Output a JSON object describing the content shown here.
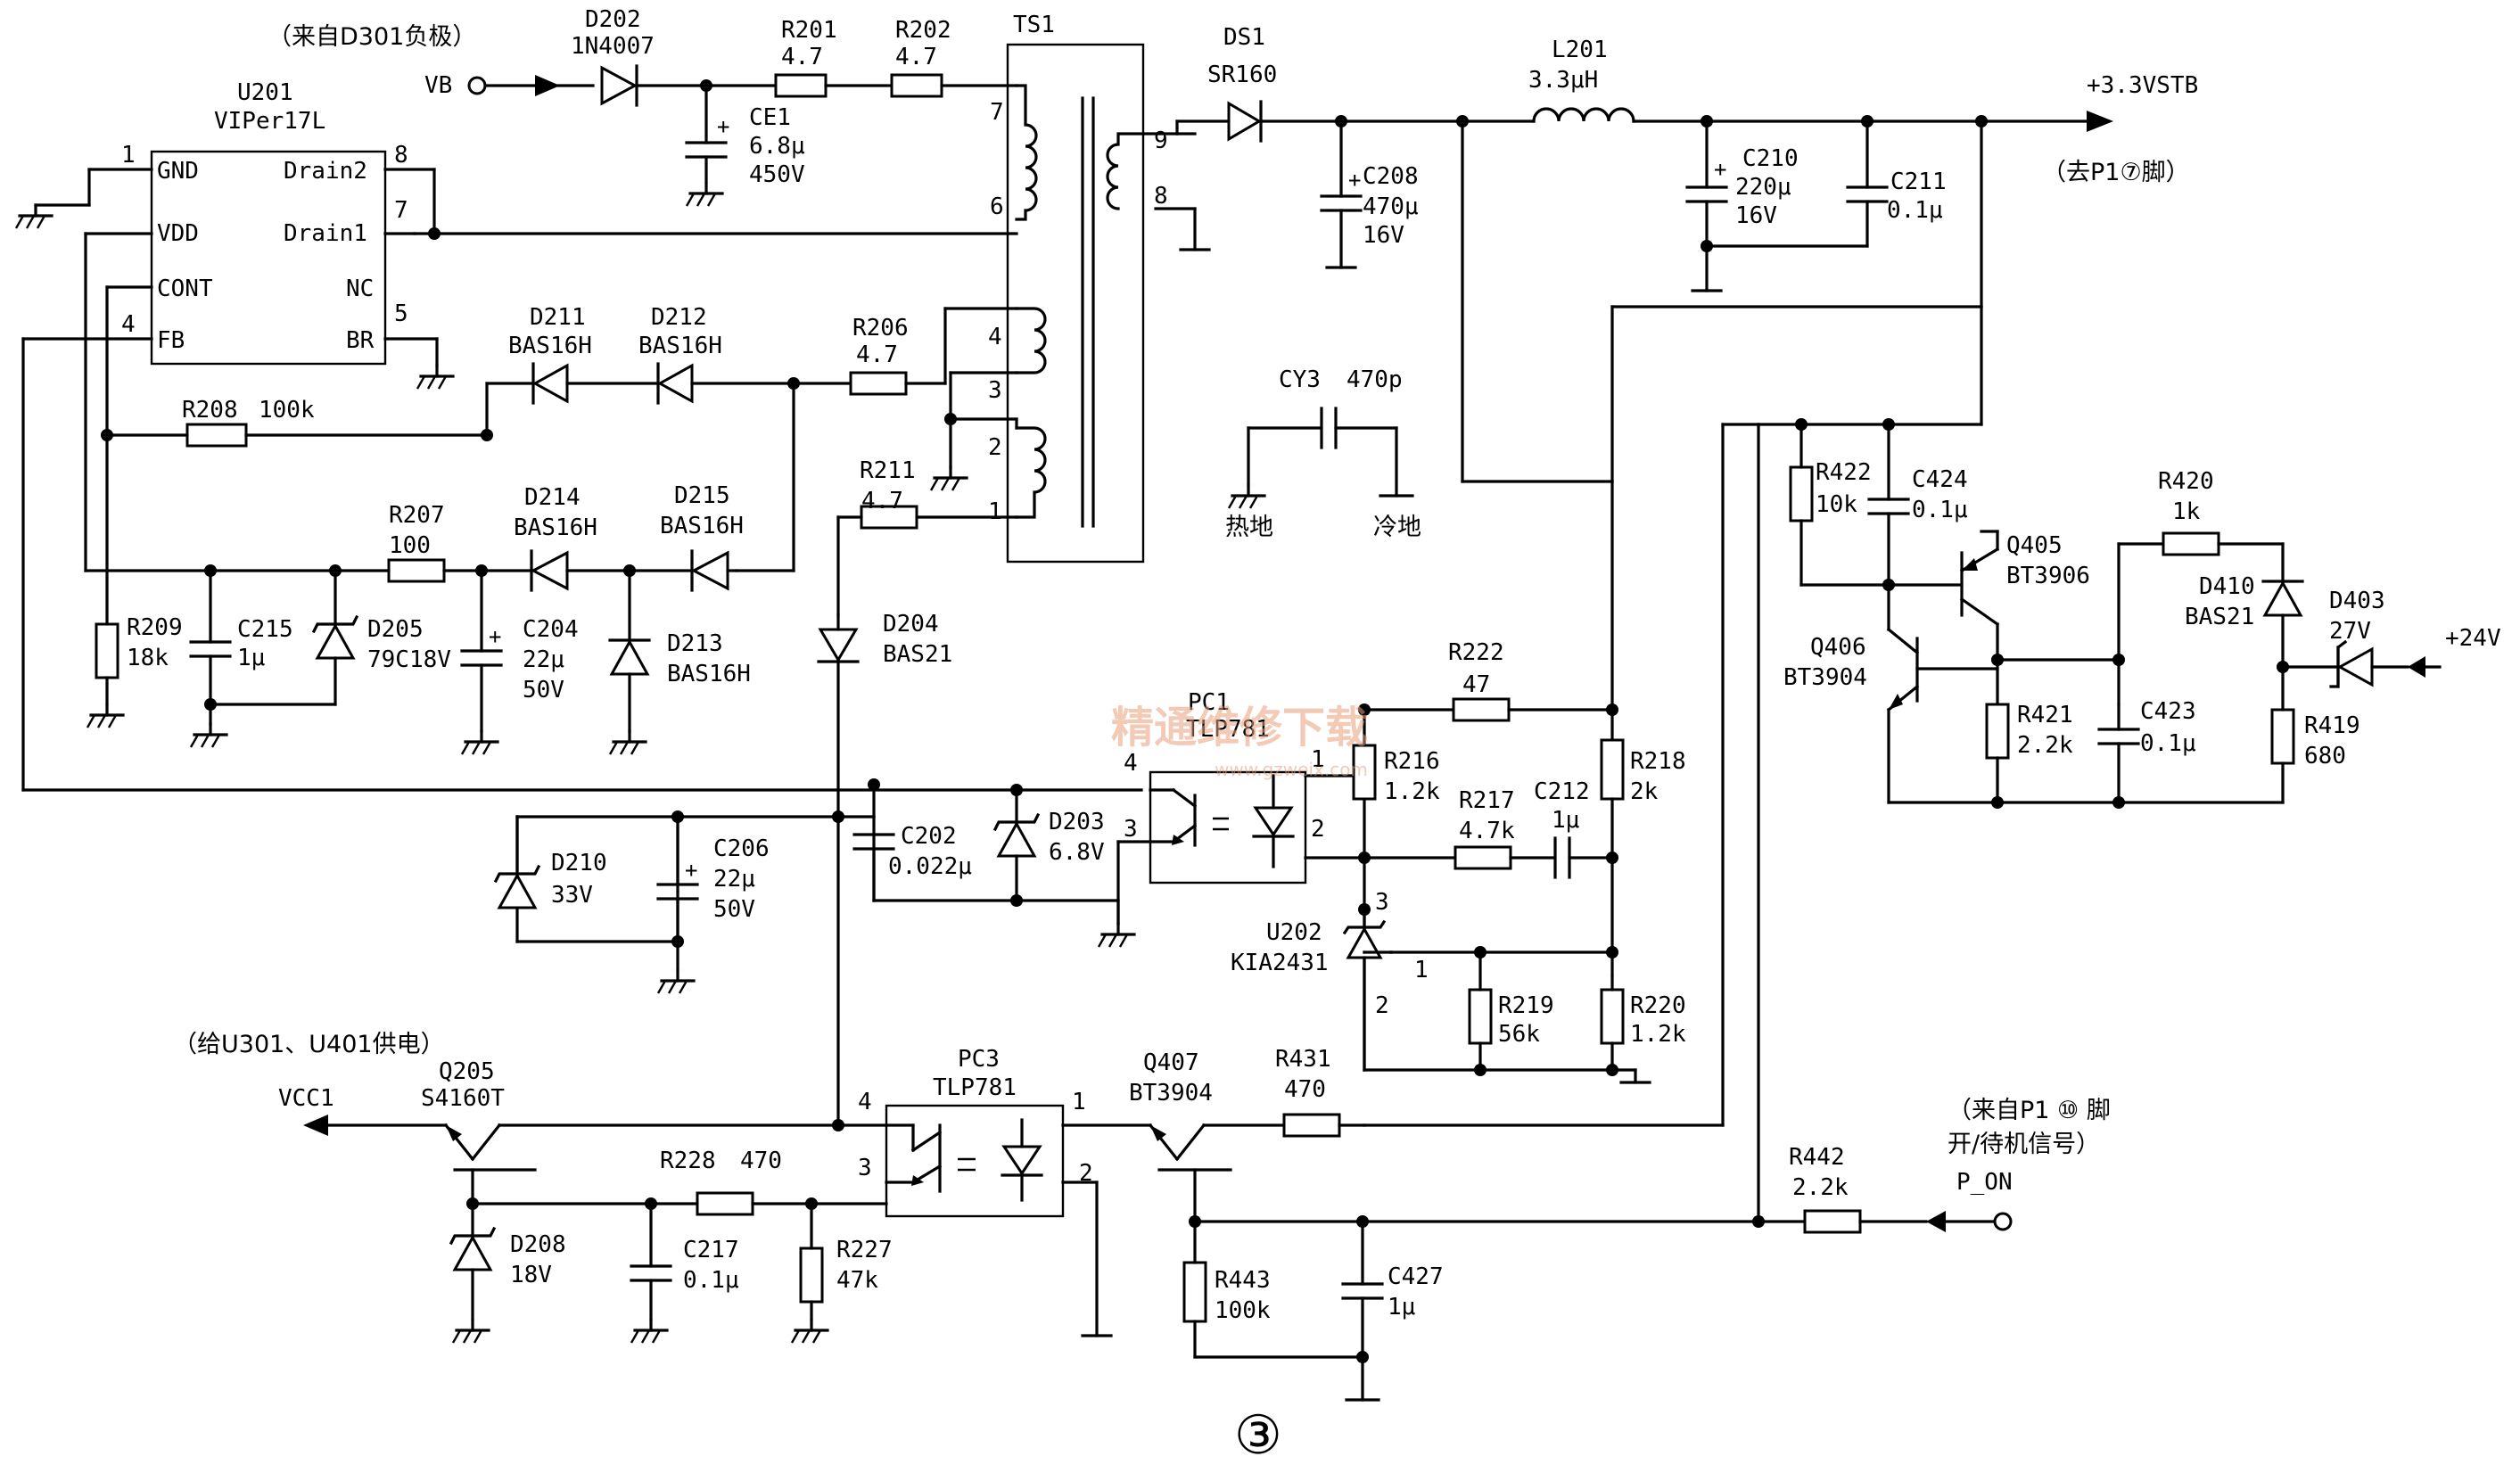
{
  "notes": {
    "from_d301": "（来自D301负极）",
    "to_p1_pin7": "（去P1⑦脚）",
    "power_u301": "（给U301、U401供电）",
    "from_p1_pin10_line1": "（来自P1 ⑩ 脚",
    "from_p1_pin10_line2": "开/待机信号）",
    "hot_ground": "热地",
    "cold_ground": "冷地",
    "figure_number": "③",
    "watermark": "精通维修下载",
    "watermark_url": "www.gzweix.com"
  },
  "nets": {
    "vb": "VB",
    "v33stb": "+3.3VSTB",
    "v24": "+24V",
    "vcc1": "VCC1",
    "p_on": "P_ON"
  },
  "u201": {
    "ref": "U201",
    "part": "VIPer17L",
    "pins": {
      "gnd": "GND",
      "vdd": "VDD",
      "cont": "CONT",
      "fb": "FB",
      "drain2": "Drain2",
      "drain1": "Drain1",
      "nc": "NC",
      "br": "BR",
      "n1": "1",
      "n4": "4",
      "n8": "8",
      "n7": "7",
      "n5": "5"
    }
  },
  "ts1": {
    "ref": "TS1",
    "pins": [
      "7",
      "6",
      "9",
      "8",
      "4",
      "3",
      "2",
      "1"
    ]
  },
  "components": {
    "d202": {
      "ref": "D202",
      "val": "1N4007"
    },
    "r201": {
      "ref": "R201",
      "val": "4.7"
    },
    "r202": {
      "ref": "R202",
      "val": "4.7"
    },
    "ce1": {
      "ref": "CE1",
      "val1": "6.8μ",
      "val2": "450V"
    },
    "ds1": {
      "ref": "DS1",
      "val": "SR160"
    },
    "l201": {
      "ref": "L201",
      "val": "3.3μH"
    },
    "c208": {
      "ref": "C208",
      "val1": "470μ",
      "val2": "16V"
    },
    "c210": {
      "ref": "C210",
      "val1": "220μ",
      "val2": "16V"
    },
    "c211": {
      "ref": "C211",
      "val": "0.1μ"
    },
    "d211": {
      "ref": "D211",
      "val": "BAS16H"
    },
    "d212": {
      "ref": "D212",
      "val": "BAS16H"
    },
    "r206": {
      "ref": "R206",
      "val": "4.7"
    },
    "r208": {
      "ref": "R208",
      "val": "100k"
    },
    "r207": {
      "ref": "R207",
      "val": "100"
    },
    "d214": {
      "ref": "D214",
      "val": "BAS16H"
    },
    "d215": {
      "ref": "D215",
      "val": "BAS16H"
    },
    "r211": {
      "ref": "R211",
      "val": "4.7"
    },
    "cy3": {
      "ref": "CY3",
      "val": "470p"
    },
    "r209": {
      "ref": "R209",
      "val": "18k"
    },
    "c215": {
      "ref": "C215",
      "val": "1μ"
    },
    "d205": {
      "ref": "D205",
      "val": "79C18V"
    },
    "c204": {
      "ref": "C204",
      "val1": "22μ",
      "val2": "50V"
    },
    "d213": {
      "ref": "D213",
      "val": "BAS16H"
    },
    "d204": {
      "ref": "D204",
      "val": "BAS21"
    },
    "pc1": {
      "ref": "PC1",
      "val": "TLP781"
    },
    "r222": {
      "ref": "R222",
      "val": "47"
    },
    "r216": {
      "ref": "R216",
      "val": "1.2k"
    },
    "r218": {
      "ref": "R218",
      "val": "2k"
    },
    "r217": {
      "ref": "R217",
      "val": "4.7k"
    },
    "c212": {
      "ref": "C212",
      "val": "1μ"
    },
    "d210": {
      "ref": "D210",
      "val": "33V"
    },
    "c206": {
      "ref": "C206",
      "val1": "22μ",
      "val2": "50V"
    },
    "c202": {
      "ref": "C202",
      "val": "0.022μ"
    },
    "d203": {
      "ref": "D203",
      "val": "6.8V"
    },
    "u202": {
      "ref": "U202",
      "val": "KIA2431"
    },
    "r219": {
      "ref": "R219",
      "val": "56k"
    },
    "r220": {
      "ref": "R220",
      "val": "1.2k"
    },
    "r422": {
      "ref": "R422",
      "val": "10k"
    },
    "c424": {
      "ref": "C424",
      "val": "0.1μ"
    },
    "q405": {
      "ref": "Q405",
      "val": "BT3906"
    },
    "q406": {
      "ref": "Q406",
      "val": "BT3904"
    },
    "r420": {
      "ref": "R420",
      "val": "1k"
    },
    "d410": {
      "ref": "D410",
      "val": "BAS21"
    },
    "d403": {
      "ref": "D403",
      "val": "27V"
    },
    "r421": {
      "ref": "R421",
      "val": "2.2k"
    },
    "c423": {
      "ref": "C423",
      "val": "0.1μ"
    },
    "r419": {
      "ref": "R419",
      "val": "680"
    },
    "q205": {
      "ref": "Q205",
      "val": "S4160T"
    },
    "r228": {
      "ref": "R228",
      "val": "470"
    },
    "pc3": {
      "ref": "PC3",
      "val": "TLP781"
    },
    "q407": {
      "ref": "Q407",
      "val": "BT3904"
    },
    "r431": {
      "ref": "R431",
      "val": "470"
    },
    "r442": {
      "ref": "R442",
      "val": "2.2k"
    },
    "d208": {
      "ref": "D208",
      "val": "18V"
    },
    "c217": {
      "ref": "C217",
      "val": "0.1μ"
    },
    "r227": {
      "ref": "R227",
      "val": "47k"
    },
    "r443": {
      "ref": "R443",
      "val": "100k"
    },
    "c427": {
      "ref": "C427",
      "val": "1μ"
    }
  },
  "pin_numbers": {
    "pc1_4": "4",
    "pc1_1": "1",
    "pc1_3": "3",
    "pc1_2": "2",
    "u202_3": "3",
    "u202_1": "1",
    "u202_2": "2",
    "pc3_4": "4",
    "pc3_1": "1",
    "pc3_3": "3",
    "pc3_2": "2"
  }
}
